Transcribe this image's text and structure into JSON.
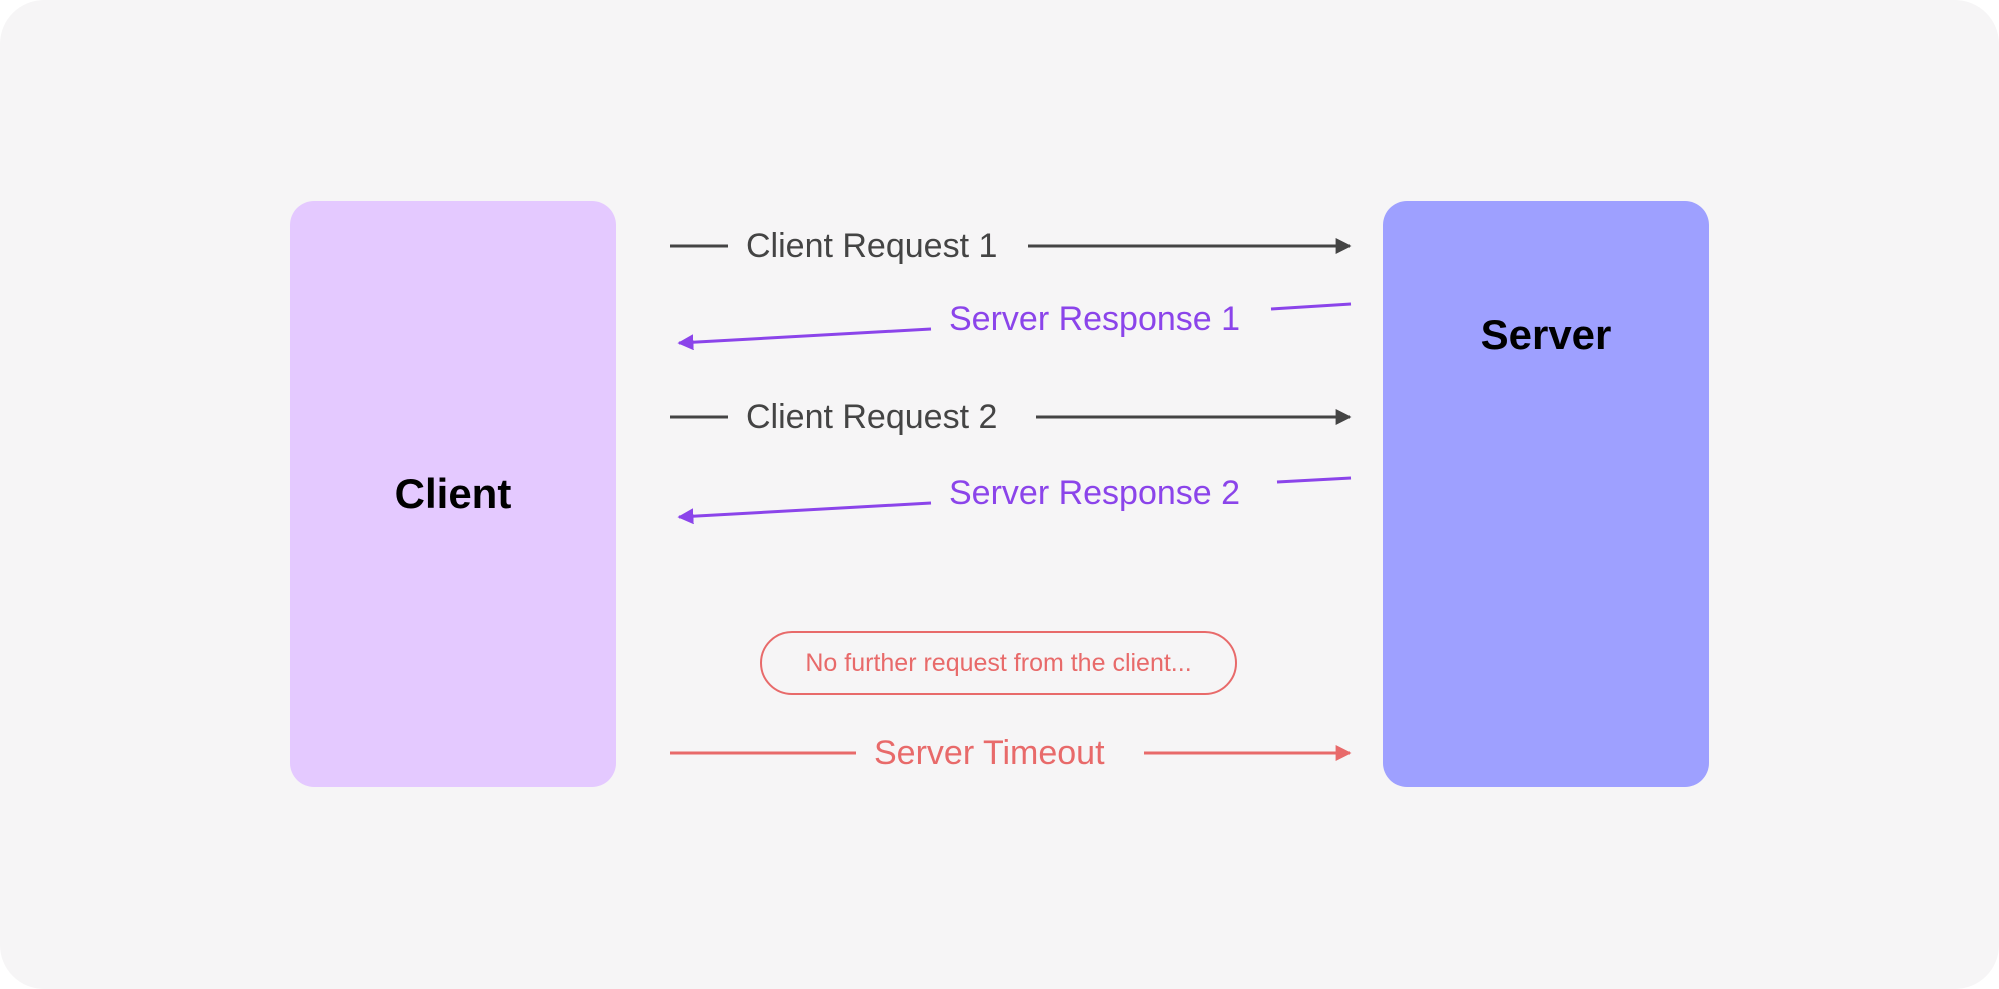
{
  "diagram": {
    "nodes": {
      "client": {
        "label": "Client",
        "fill": "#e4c9ff"
      },
      "server": {
        "label": "Server",
        "fill": "#9ea0ff"
      }
    },
    "messages": [
      {
        "id": "client-request-1",
        "label": "Client Request 1",
        "from": "client",
        "to": "server",
        "color": "#444444"
      },
      {
        "id": "server-response-1",
        "label": "Server Response 1",
        "from": "server",
        "to": "client",
        "color": "#8b44ea"
      },
      {
        "id": "client-request-2",
        "label": "Client Request 2",
        "from": "client",
        "to": "server",
        "color": "#444444"
      },
      {
        "id": "server-response-2",
        "label": "Server Response 2",
        "from": "server",
        "to": "client",
        "color": "#8b44ea"
      },
      {
        "id": "server-timeout",
        "label": "Server Timeout",
        "from": "client",
        "to": "server",
        "color": "#e86a6a"
      }
    ],
    "note": {
      "text": "No further request from the client...",
      "color": "#e86a6a"
    }
  }
}
